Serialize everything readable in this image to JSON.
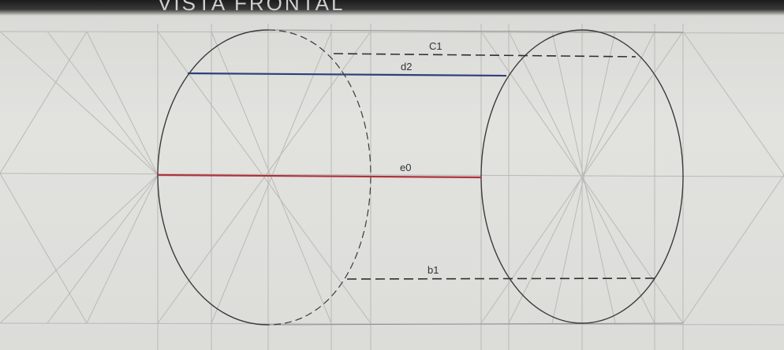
{
  "header": {
    "title": "VISTA FRONTAL"
  },
  "labels": {
    "c1": "C1",
    "d2": "d2",
    "e0": "e0",
    "b1": "b1"
  },
  "colors": {
    "paper": "#dcdcd9",
    "pencil": "#333333",
    "construction": "#b8b8b4",
    "blue_line": "#2f3f7a",
    "red_line": "#b0323c"
  }
}
